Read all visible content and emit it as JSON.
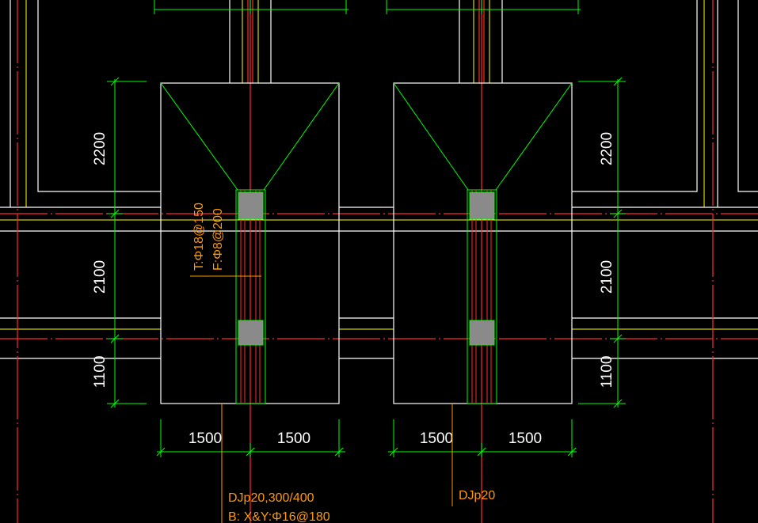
{
  "colors": {
    "background": "#000000",
    "outline": "#ffffff",
    "dimension": "#00ff00",
    "axis": "#ff0000",
    "wall": "#ffff00",
    "annotation": "#ff9900",
    "column": "#808080"
  },
  "dimensions": {
    "top_2200": "2200",
    "mid_2100": "2100",
    "bot_1100": "1100",
    "left_1500": "1500",
    "right_1500": "1500"
  },
  "annotations": {
    "rebar_top": "T:Φ18@150",
    "rebar_bottom": "F:Φ8@200",
    "foundation_1_label": "DJp20,300/400",
    "foundation_1_rebar": "B: X&Y:Φ16@180",
    "foundation_2_label": "DJp20"
  }
}
